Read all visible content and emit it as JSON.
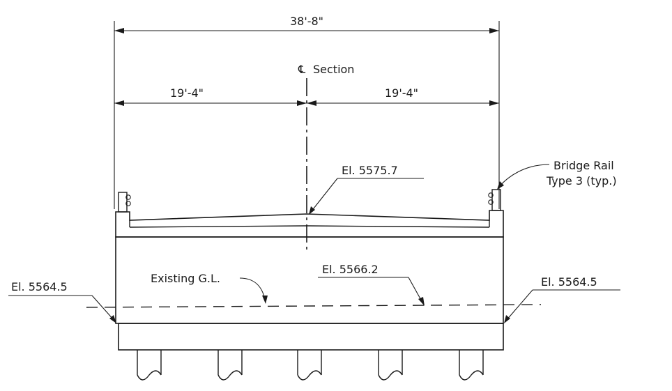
{
  "dimensions": {
    "overall": "38'-8\"",
    "left_half": "19'-4\"",
    "right_half": "19'-4\""
  },
  "labels": {
    "centerline_symbol": "℄",
    "centerline_text": "Section",
    "deck_elevation": "El. 5575.7",
    "bridge_rail_line1": "Bridge Rail",
    "bridge_rail_line2": "Type 3 (typ.)",
    "existing_ground": "Existing G.L.",
    "ground_elevation_center": "El. 5566.2",
    "ground_elevation_left": "El. 5564.5",
    "ground_elevation_right": "El. 5564.5"
  },
  "piles": {
    "count": 5
  }
}
